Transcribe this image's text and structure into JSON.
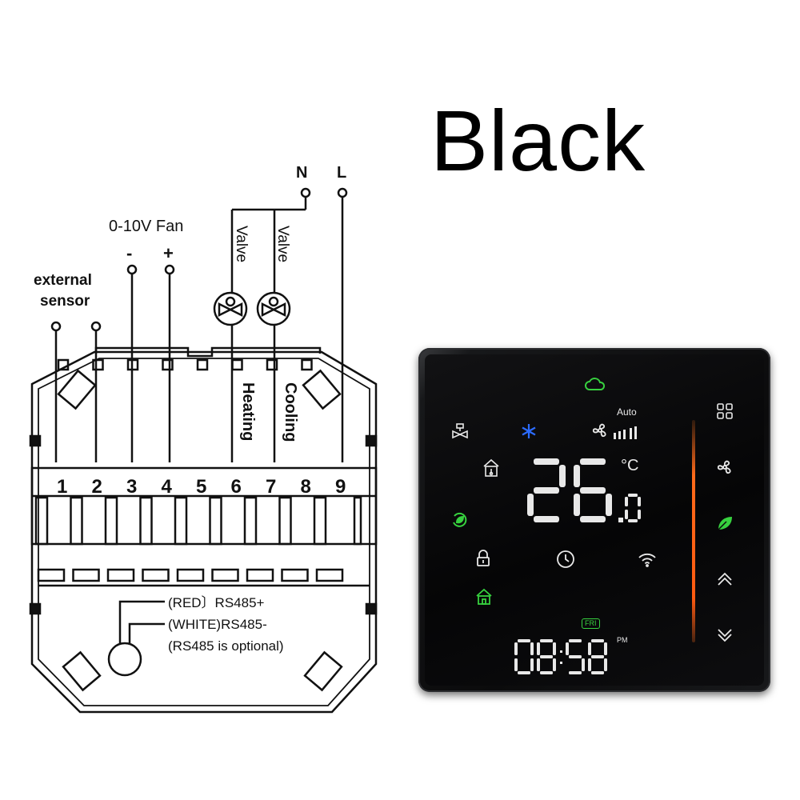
{
  "title": "Black",
  "wiring": {
    "power": {
      "n": "N",
      "l": "L"
    },
    "fan_label": "0-10V Fan",
    "fan_minus": "-",
    "fan_plus": "+",
    "sensor_line1": "external",
    "sensor_line2": "sensor",
    "valve1": "Valve",
    "valve2": "Valve",
    "heating": "Heating",
    "cooling": "Cooling",
    "terminals": [
      "1",
      "2",
      "3",
      "4",
      "5",
      "6",
      "7",
      "8",
      "9"
    ],
    "rs485_red": "(RED〕RS485+",
    "rs485_white": "(WHITE)RS485-",
    "rs485_optional": "(RS485 is optional)"
  },
  "thermostat": {
    "mode_label": "Auto",
    "temperature": "26",
    "temperature_decimal": "0",
    "unit": "°C",
    "day": "FRI",
    "time": "08:58",
    "ampm": "PM",
    "colors": {
      "green": "#37d13f",
      "blue": "#2c6cff",
      "orange": "#ff6a1a",
      "white": "#e8e8e8"
    }
  }
}
